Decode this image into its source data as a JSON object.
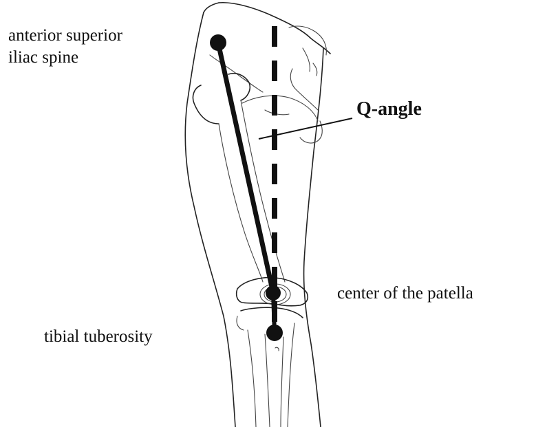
{
  "labels": {
    "asis_line1": "anterior superior",
    "asis_line2": "iliac spine",
    "q_angle": "Q-angle",
    "patella": "center of the patella",
    "tibial": "tibial tuberosity"
  },
  "colors": {
    "ink": "#111111",
    "background": "#ffffff"
  }
}
